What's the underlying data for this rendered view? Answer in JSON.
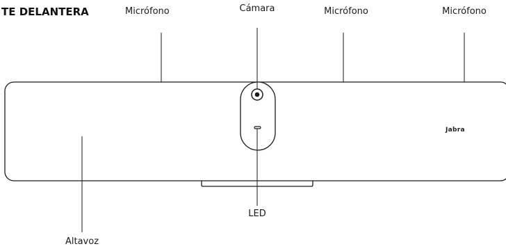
{
  "section_title": "TE DELANTERA",
  "labels": {
    "mic_1": "Micrófono",
    "camera": "Cámara",
    "mic_2": "Micrófono",
    "mic_3": "Micrófono",
    "led": "LED",
    "speaker": "Altavoz"
  },
  "brand": "Jabra",
  "colors": {
    "line": "#1a1a1a",
    "device_fill": "#ffffff",
    "text": "#1a1a1a"
  }
}
